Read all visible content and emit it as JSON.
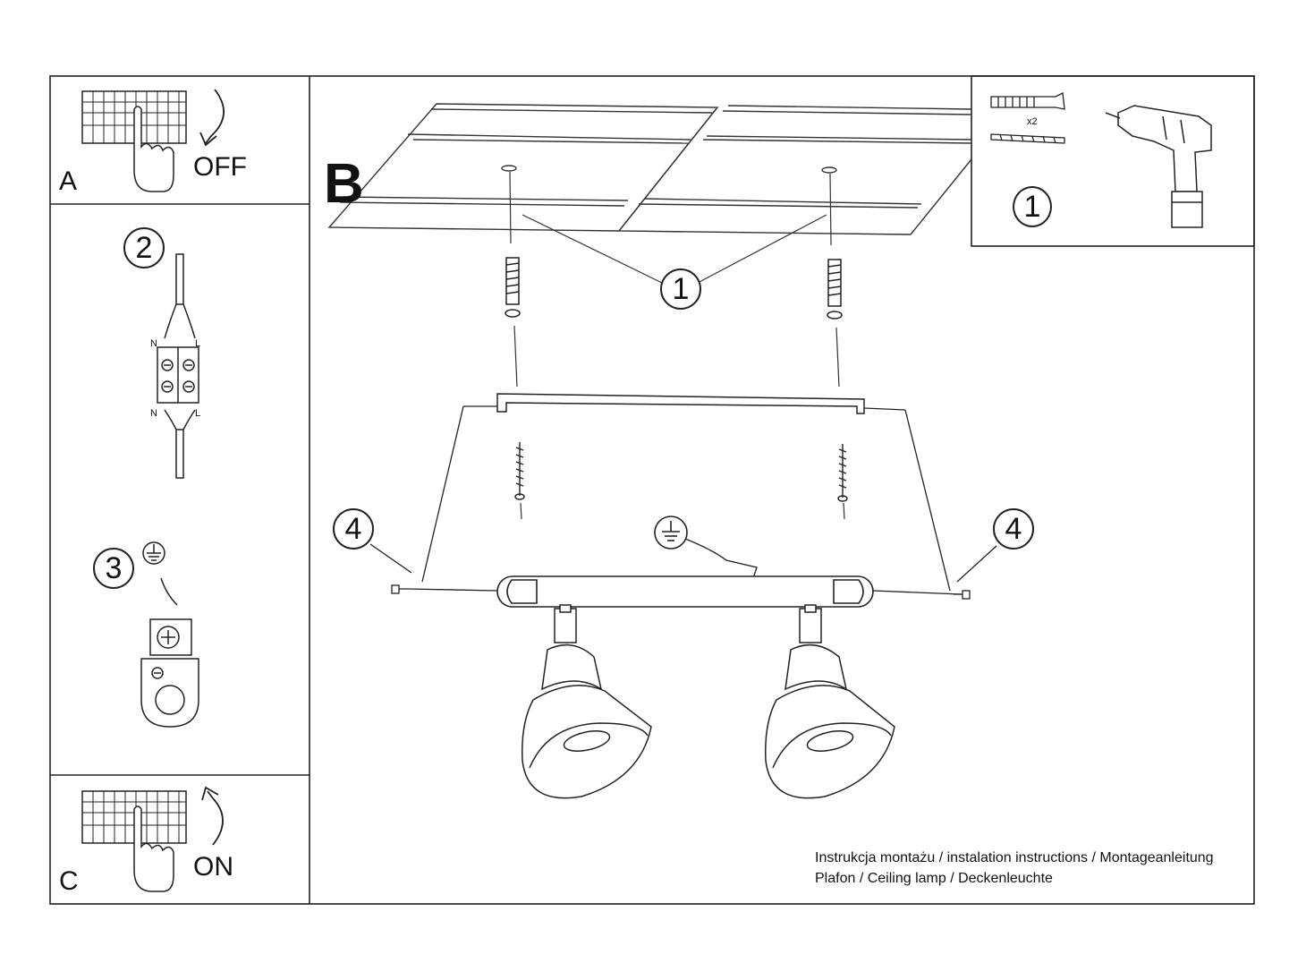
{
  "panels": {
    "a": {
      "letter": "A",
      "state": "OFF"
    },
    "b": {
      "letter": "B"
    },
    "c": {
      "letter": "C",
      "state": "ON"
    }
  },
  "steps": {
    "step1": "1",
    "step2": "2",
    "step3": "3",
    "step4": "4"
  },
  "wiring": {
    "neutral": "N",
    "live": "L"
  },
  "hardware": {
    "quantity": "x2"
  },
  "footer": {
    "line1": "Instrukcja montażu / instalation instructions / Montageanleitung",
    "line2": "Plafon / Ceiling lamp / Deckenleuchte"
  }
}
